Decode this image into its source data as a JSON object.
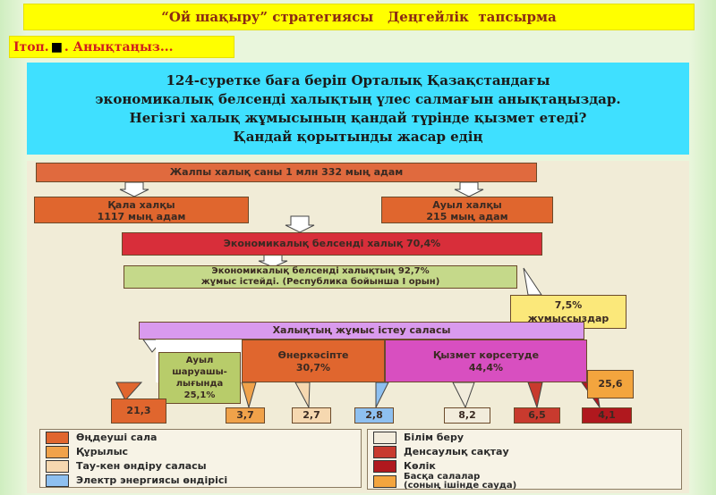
{
  "header": {
    "title": "“Ой шақыру” стратегиясы   Деңгейлік  тапсырма",
    "group_prefix": "Ітоп.",
    "group_marker": "■",
    "group_task": ". Анықтаңыз..."
  },
  "question": {
    "lines": [
      "124-суретке баға беріп Орталық Қазақстандағы",
      "экономикалық белсенді халықтың үлес салмағын анықтаңыздар.",
      "Негізгі халық жұмысының қандай түрінде қызмет етеді?",
      "Қандай қорытынды жасар едің"
    ]
  },
  "diagram": {
    "total": "Жалпы халық саны 1 млн 332 мың адам",
    "urban_title": "Қала халқы",
    "urban_value": "1117 мың адам",
    "rural_title": "Ауыл халқы",
    "rural_value": "215 мың адам",
    "active": "Экономикалық белсенді халық 70,4%",
    "employed_line1": "Экономикалық  белсенді  халықтың  92,7%",
    "employed_line2": "жұмыс істейді. (Республика бойынша І орын)",
    "unemployed_value": "7,5%",
    "unemployed_label": "жұмыссыздар",
    "sectors_title": "Халықтың жұмыс істеу саласы",
    "agri_lines": [
      "Ауыл",
      "шаруашы-",
      "лығында",
      "25,1%"
    ],
    "industry_lines": [
      "Өнеркәсіпте",
      "30,7%"
    ],
    "services_lines": [
      "Қызмет көрсетуде",
      "44,4%"
    ],
    "other_value": "25,6",
    "sub_values": [
      "21,3",
      "3,7",
      "2,7",
      "2,8",
      "8,2",
      "6,5",
      "4,1"
    ]
  },
  "legend": {
    "left": [
      {
        "label": "Өңдеуші сала",
        "color": "#e0662e"
      },
      {
        "label": "Құрылыс",
        "color": "#f0a24a"
      },
      {
        "label": "Тау-кен өндіру саласы",
        "color": "#f6d8b0"
      },
      {
        "label": "Электр энергиясы өндірісі",
        "color": "#8ec0f0"
      }
    ],
    "right": [
      {
        "label": "Білім беру",
        "color": "#f2ecdc"
      },
      {
        "label": "Денсаулық сақтау",
        "color": "#c83a2e"
      },
      {
        "label": "Көлік",
        "color": "#b0181e"
      },
      {
        "label": "Басқа салалар",
        "label2": "(соның ішінде сауда)",
        "color": "#f3a53e"
      }
    ]
  }
}
